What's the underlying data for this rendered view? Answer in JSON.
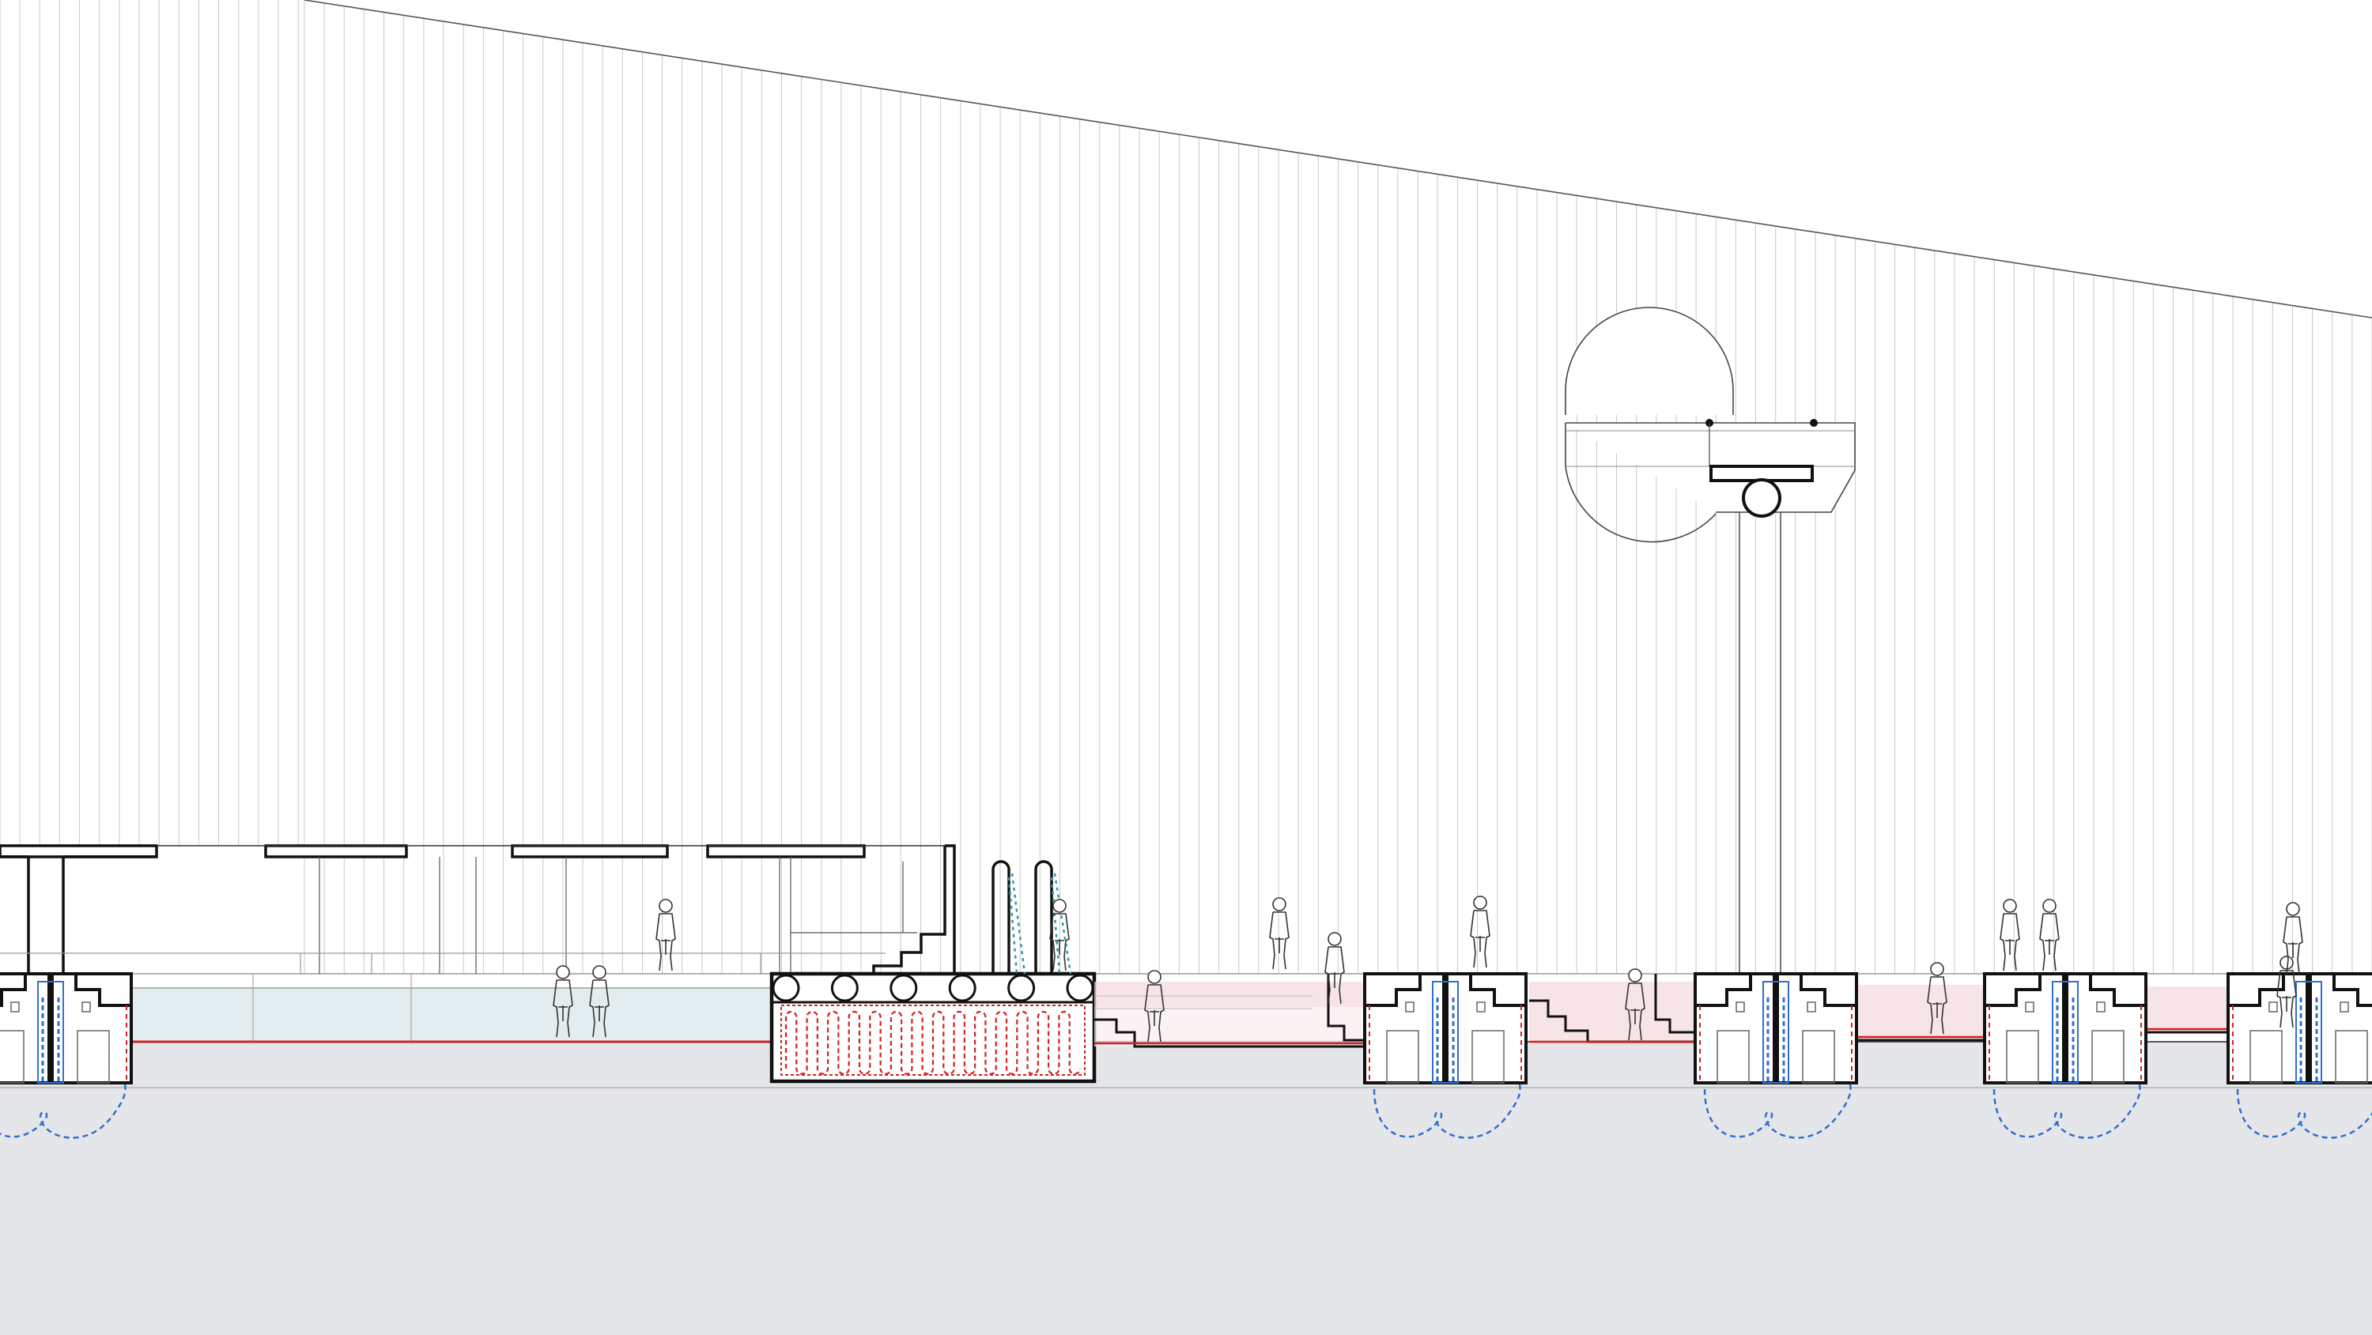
{
  "drawing": {
    "kind": "architectural-section",
    "visible_text": [],
    "colors": {
      "background": "#ffffff",
      "ground": "#e5e6e9",
      "line": "#111111",
      "thin_line": "#9a9a9a",
      "heating": "#d42020",
      "water_pipe": "#2f6fd0",
      "shower_water": "#2a9aa8",
      "cold_pool": "#e3edf0",
      "warm_pool": "#f4d9dc"
    },
    "elements": {
      "roof": {
        "count": 1
      },
      "clerestory_lines": {
        "count": 104
      },
      "floating_sphere_pavilion": {
        "count": 1
      },
      "left_pavilion": {
        "count": 1
      },
      "showers": {
        "count": 2
      },
      "heated_pool_tank": {
        "pipe_circles": 6,
        "coil_loops": 14
      },
      "double_cabin_units": {
        "count": 5
      },
      "bather_figures": {
        "count": 14
      }
    }
  }
}
